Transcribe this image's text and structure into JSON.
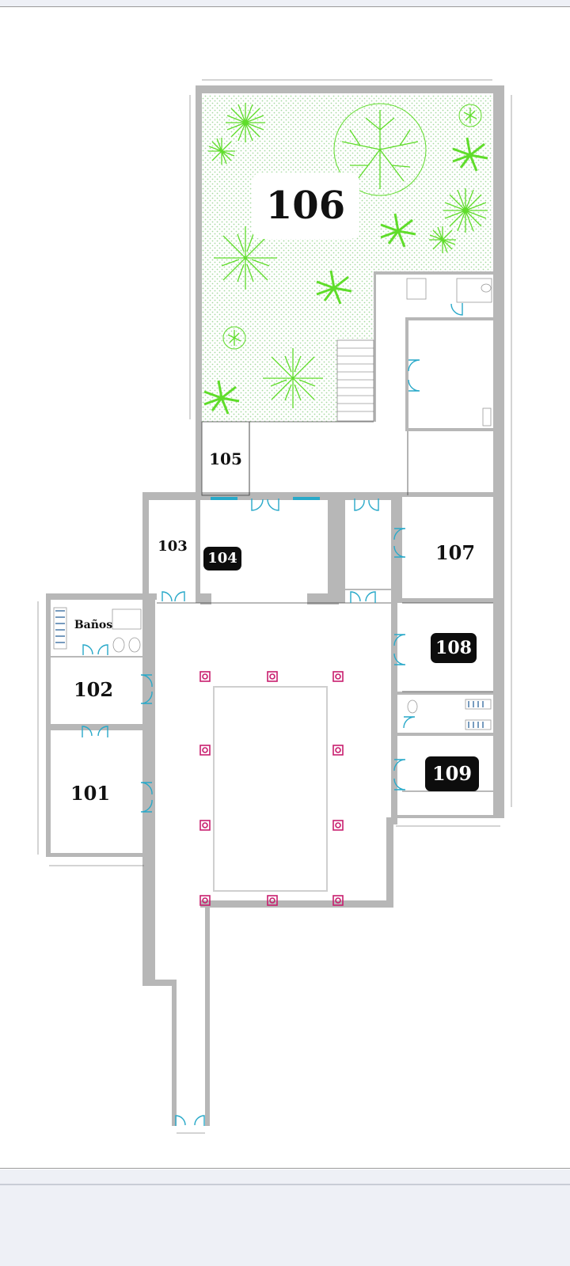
{
  "rooms": [
    {
      "id": "r106",
      "label": "106"
    },
    {
      "id": "r105",
      "label": "105"
    },
    {
      "id": "r103",
      "label": "103"
    },
    {
      "id": "r104",
      "label": "104"
    },
    {
      "id": "r107",
      "label": "107"
    },
    {
      "id": "r108",
      "label": "108"
    },
    {
      "id": "r109",
      "label": "109"
    },
    {
      "id": "r102",
      "label": "102"
    },
    {
      "id": "r101",
      "label": "101"
    },
    {
      "id": "banos",
      "label": "Baños"
    }
  ],
  "colors": {
    "wall": "#b7b7b7",
    "door": "#29a9c9",
    "column": "#c81e6e",
    "tree": "#5fdd2a",
    "garden_dots": "#a6d9a0",
    "label_dark": "#0d0d0d"
  },
  "icons": [
    "tree-icon",
    "palm-icon",
    "door-swing-icon",
    "column-icon",
    "stair-icon",
    "toilet-icon"
  ]
}
